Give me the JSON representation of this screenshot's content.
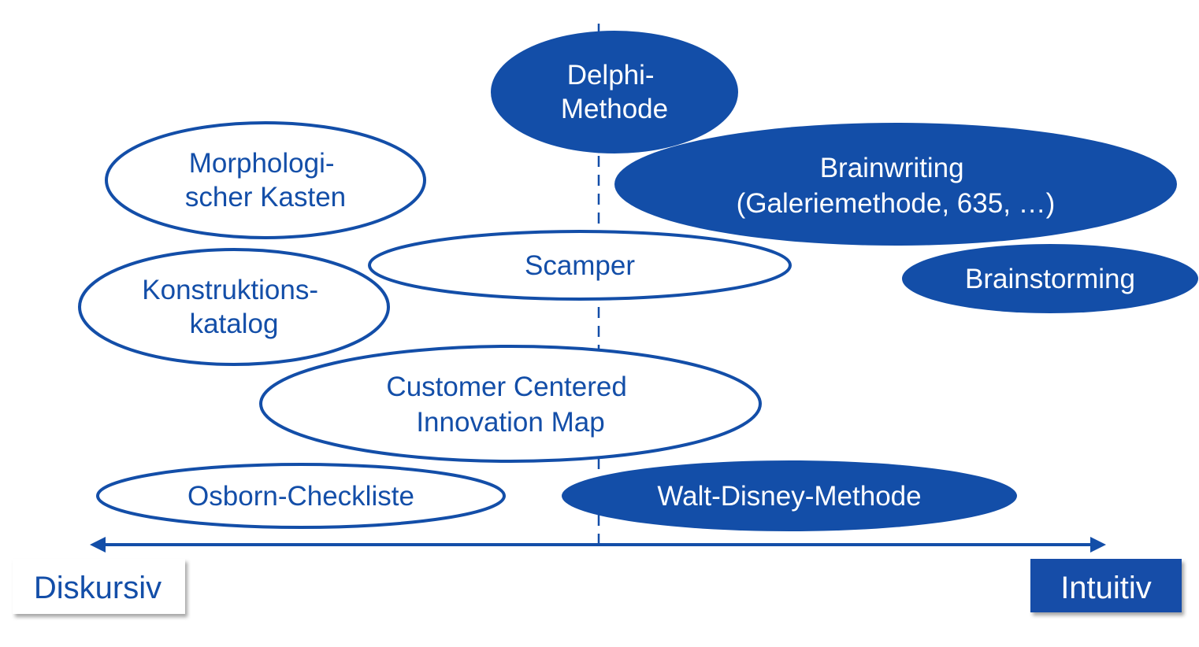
{
  "colors": {
    "primary": "#134EA8",
    "text_on_dark": "#FFFFFF",
    "background": "#FFFFFF"
  },
  "nodes": [
    {
      "id": "delphi",
      "lines": [
        "Delphi-",
        "Methode"
      ],
      "style": "filled"
    },
    {
      "id": "morph",
      "lines": [
        "Morphologi-",
        "scher Kasten"
      ],
      "style": "outline"
    },
    {
      "id": "brainwriting",
      "lines": [
        "Brainwriting",
        "(Galeriemethode, 635, …)"
      ],
      "style": "filled"
    },
    {
      "id": "scamper",
      "lines": [
        "Scamper"
      ],
      "style": "outline"
    },
    {
      "id": "brainstorming",
      "lines": [
        "Brainstorming"
      ],
      "style": "filled"
    },
    {
      "id": "konstruktion",
      "lines": [
        "Konstruktions-",
        "katalog"
      ],
      "style": "outline"
    },
    {
      "id": "ccim",
      "lines": [
        "Customer Centered",
        "Innovation Map"
      ],
      "style": "outline"
    },
    {
      "id": "osborn",
      "lines": [
        "Osborn-Checkliste"
      ],
      "style": "outline"
    },
    {
      "id": "waltdisney",
      "lines": [
        "Walt-Disney-Methode"
      ],
      "style": "filled"
    }
  ],
  "axis": {
    "left_label": "Diskursiv",
    "right_label": "Intuitiv"
  }
}
